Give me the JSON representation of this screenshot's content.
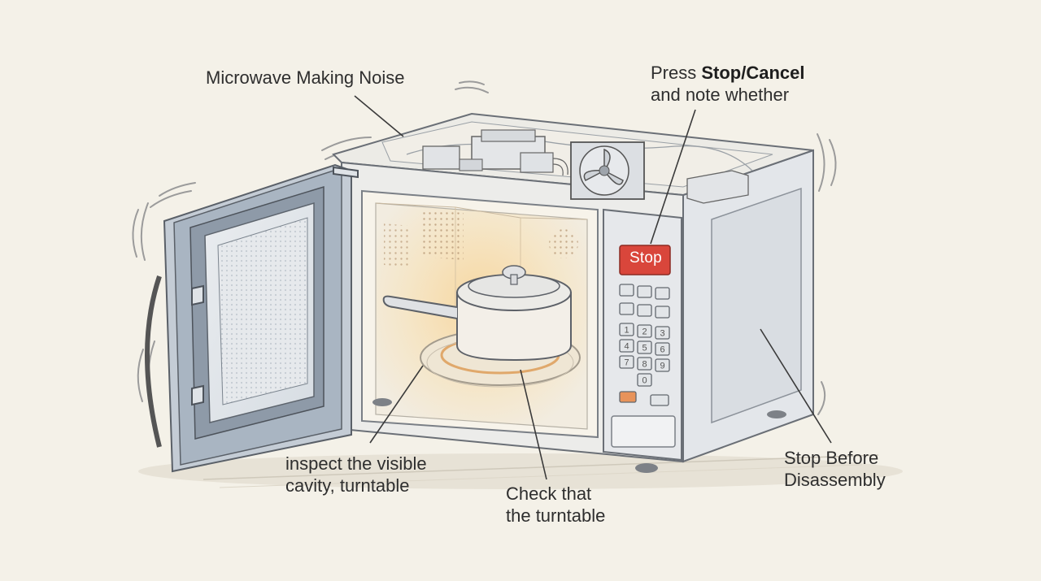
{
  "labels": {
    "noise": "Microwave Making Noise",
    "stop_prefix": "Press ",
    "stop_bold": "Stop/Cancel",
    "stop_line2": "and note whether",
    "inspect_line1": "inspect the visible",
    "inspect_line2": "cavity, turntable",
    "turntable_line1": "Check that",
    "turntable_line2": "the turntable",
    "disassembly_line1": "Stop Before",
    "disassembly_line2": "Disassembly"
  },
  "control_panel": {
    "stop_button": "Stop",
    "keypad": [
      "1",
      "2",
      "3",
      "4",
      "5",
      "6",
      "7",
      "8",
      "9",
      "0"
    ]
  },
  "colors": {
    "background": "#f4f1e8",
    "stop_button": "#d9463b",
    "door_frame": "#9aa7b6",
    "cavity_glow": "#f2c98a",
    "start_key": "#e8935a"
  },
  "icons": [
    "fan-icon",
    "magnetron-icon",
    "pot-icon",
    "turntable-icon",
    "door-hinge-icon"
  ]
}
